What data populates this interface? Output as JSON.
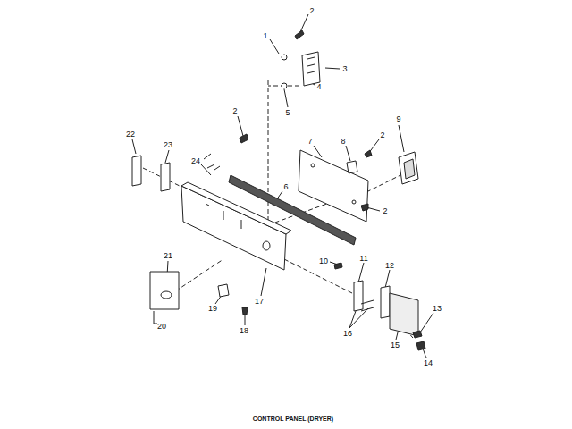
{
  "diagram": {
    "caption": "CONTROL PANEL (DRYER)",
    "labels": [
      "2",
      "1",
      "3",
      "4",
      "5",
      "2",
      "22",
      "23",
      "24",
      "9",
      "7",
      "8",
      "2",
      "6",
      "2",
      "10",
      "11",
      "12",
      "13",
      "14",
      "15",
      "16",
      "17",
      "18",
      "19",
      "21",
      "20"
    ]
  }
}
